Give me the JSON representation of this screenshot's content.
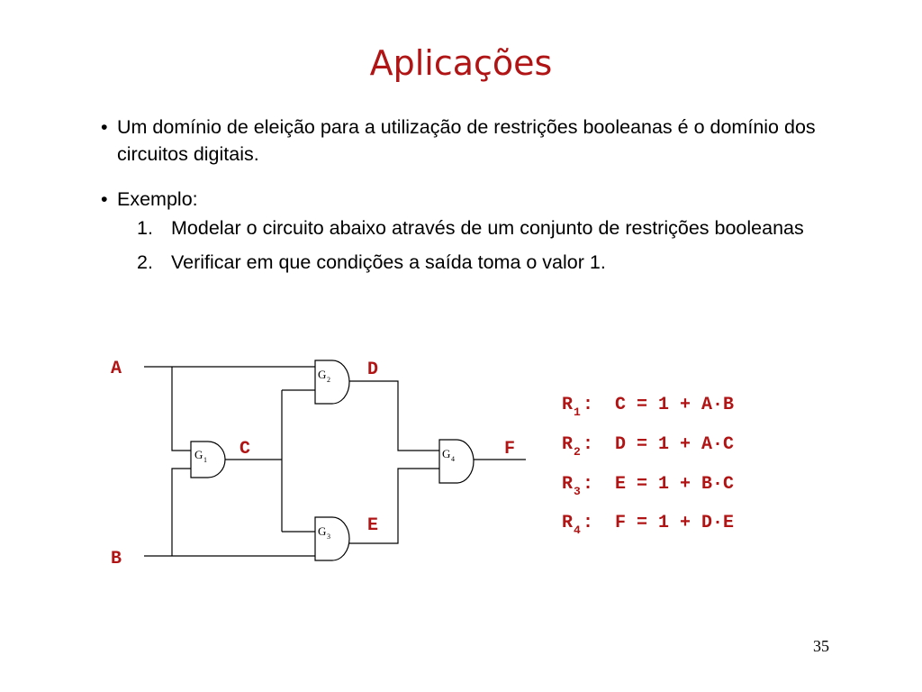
{
  "slide": {
    "title": "Aplicações",
    "bullets": [
      {
        "marker": "•",
        "text": "Um domínio de eleição para a utilização de restrições booleanas é o domínio dos circuitos digitais."
      },
      {
        "marker": "•",
        "text": "Exemplo:"
      }
    ],
    "steps": [
      {
        "number": "1.",
        "text": "Modelar o circuito abaixo através de um conjunto de restrições booleanas"
      },
      {
        "number": "2.",
        "text": "Verificar em que condições a saída toma o valor 1."
      }
    ],
    "page_number": "35"
  },
  "circuit": {
    "signals": {
      "A": "A",
      "B": "B",
      "C": "C",
      "D": "D",
      "E": "E",
      "F": "F"
    },
    "gates": [
      {
        "letter": "G",
        "index": "1"
      },
      {
        "letter": "G",
        "index": "2"
      },
      {
        "letter": "G",
        "index": "3"
      },
      {
        "letter": "G",
        "index": "4"
      }
    ]
  },
  "constraints": [
    {
      "letter": "R",
      "index": "1",
      "expr": ":  C = 1 + A·B"
    },
    {
      "letter": "R",
      "index": "2",
      "expr": ":  D = 1 + A·C"
    },
    {
      "letter": "R",
      "index": "3",
      "expr": ":  E = 1 + B·C"
    },
    {
      "letter": "R",
      "index": "4",
      "expr": ":  F = 1 + D·E"
    }
  ],
  "colors": {
    "accent": "#b01414",
    "text": "#000000",
    "background": "#ffffff"
  }
}
